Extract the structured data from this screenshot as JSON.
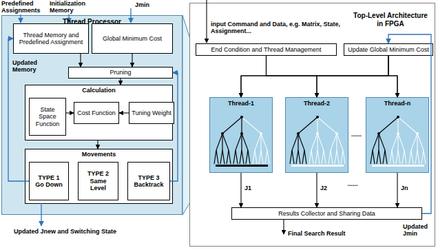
{
  "diagram": {
    "nodes": [
      {
        "text": [
          "Thread Processor"
        ]
      },
      {
        "text": [
          "Thread Memory and Predefined Assignment"
        ],
        "in": 0
      },
      {
        "text": [
          "Global Minimum Cost"
        ],
        "in": 0
      },
      {
        "text": [
          "Pruning"
        ],
        "in": 0
      },
      {
        "text": [
          "Calculation"
        ],
        "in": 0
      },
      {
        "text": [
          "State Space Function"
        ],
        "in": 4
      },
      {
        "text": [
          "Cost Function"
        ],
        "in": 4
      },
      {
        "text": [
          "Tuning Weight"
        ],
        "in": 4
      },
      {
        "text": [
          "Movements"
        ],
        "in": 0
      },
      {
        "text": [
          "TYPE 1 Go Down"
        ],
        "in": 8
      },
      {
        "text": [
          "TYPE 2 Same Level"
        ],
        "in": 8
      },
      {
        "text": [
          "TYPE 3 Backtrack"
        ],
        "in": 8
      },
      {
        "text": [
          "Top-Level Architecture in FPGA"
        ]
      },
      {
        "text": [
          "End Condition and Thread Management"
        ],
        "in": 12
      },
      {
        "text": [
          "Update Global Minimum Cost"
        ],
        "in": 12
      },
      {
        "text": [
          "Thread-1"
        ],
        "in": 12
      },
      {
        "text": [
          "Thread-2"
        ],
        "in": 12
      },
      {
        "text": [
          "Thread-n"
        ],
        "in": 12
      },
      {
        "text": [
          "Results Collector and Sharing Data"
        ],
        "in": 12
      }
    ],
    "edges": [
      {
        "from": 1,
        "to": 3,
        "arrow": "to"
      },
      {
        "from": 2,
        "to": 3,
        "arrow": "to"
      },
      {
        "from": 3,
        "to": 4,
        "arrow": "to"
      },
      {
        "from": 5,
        "to": 6,
        "arrow": "to"
      },
      {
        "from": 7,
        "to": 6,
        "arrow": "to"
      },
      {
        "from": 4,
        "to": 8,
        "arrow": "to"
      },
      {
        "from": 9,
        "to": 1,
        "arrow": "to"
      },
      {
        "from": 11,
        "to": 3,
        "arrow": "to"
      },
      {
        "from": 13,
        "to": 15,
        "arrow": "to"
      },
      {
        "from": 13,
        "to": 16,
        "arrow": "to"
      },
      {
        "from": 13,
        "to": 17,
        "arrow": "to"
      },
      {
        "from": 14,
        "to": 15,
        "arrow": "to"
      },
      {
        "from": 14,
        "to": 16,
        "arrow": "to"
      },
      {
        "from": 14,
        "to": 17,
        "arrow": "to"
      },
      {
        "from": 15,
        "to": 18,
        "label": "J1",
        "arrow": "to"
      },
      {
        "from": 16,
        "to": 18,
        "label": "J2",
        "arrow": "to"
      },
      {
        "from": 17,
        "to": 18,
        "label": "Jn",
        "arrow": "to"
      },
      {
        "from": 18,
        "to": 14,
        "label": "Updated Jmin",
        "arrow": "to"
      }
    ],
    "labels": [
      "Predefined Assignments",
      "Initialization Memory",
      "Jmin",
      "Updated Memory",
      "Updated Jnew and Switching State",
      "input Command and Data, e.g. Matrix, State, Assignment...",
      "......",
      "......",
      "Final Search Result"
    ]
  }
}
